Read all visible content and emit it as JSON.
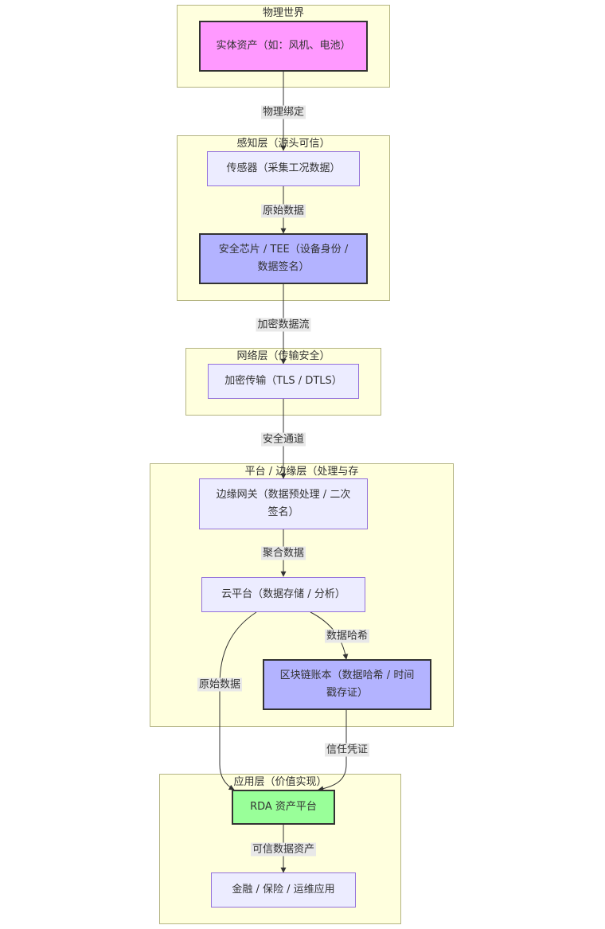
{
  "clusters": {
    "physical": "物理世界",
    "perception": "感知层（源头可信）",
    "network": "网络层（传输安全）",
    "platform": "平台 / 边缘层（处理与存",
    "application": "应用层（价值实现）"
  },
  "nodes": {
    "asset": "实体资产（如：风机、电池）",
    "sensor": "传感器（采集工况数据）",
    "chip": "安全芯片 / TEE（设备身份 / 数据签名）",
    "encrypt": "加密传输（TLS / DTLS）",
    "gateway": "边缘网关（数据预处理 / 二次签名）",
    "cloud": "云平台（数据存储 / 分析）",
    "ledger": "区块链账本（数据哈希 / 时间戳存证）",
    "rda": "RDA 资产平台",
    "apps": "金融 / 保险 / 运维应用"
  },
  "edges": {
    "bind": "物理绑定",
    "raw1": "原始数据",
    "encflow": "加密数据流",
    "secure": "安全通道",
    "agg": "聚合数据",
    "hash": "数据哈希",
    "raw2": "原始数据",
    "trust": "信任凭证",
    "trusted": "可信数据资产"
  },
  "colors": {
    "cluster_fill": "#ffffde",
    "node_fill": "#ececff",
    "highlight_pink": "#ff99ff",
    "highlight_blue": "#b3b3ff",
    "highlight_green": "#99ff99"
  }
}
